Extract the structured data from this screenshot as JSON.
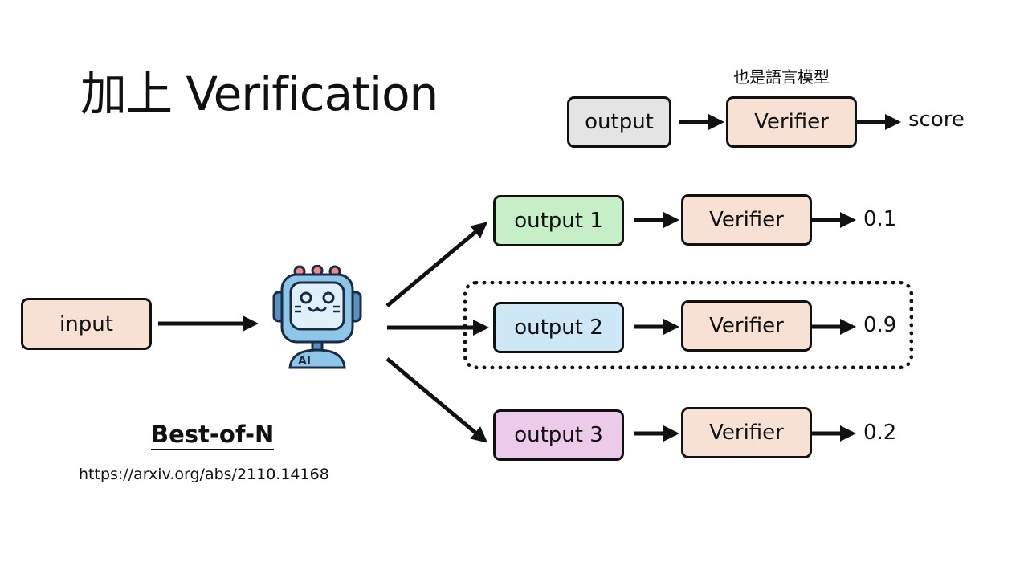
{
  "title": "加上 Verification",
  "verifier_note": "也是語言模型",
  "legend_flow": {
    "output_label": "output",
    "verifier_label": "Verifier",
    "score_label": "score"
  },
  "input_label": "input",
  "model_badge": "AI",
  "outputs": [
    {
      "label": "output 1",
      "verifier": "Verifier",
      "score": "0.1",
      "color": "#c6efc7"
    },
    {
      "label": "output 2",
      "verifier": "Verifier",
      "score": "0.9",
      "color": "#cde7f7"
    },
    {
      "label": "output 3",
      "verifier": "Verifier",
      "score": "0.2",
      "color": "#eccbea"
    }
  ],
  "colors": {
    "input_bg": "#f7e0d4",
    "verifier_bg": "#f7e0d4",
    "output_grey": "#e4e4e4",
    "robot_blue": "#8ec6e8"
  },
  "method_name": "Best-of-N",
  "reference_url": "https://arxiv.org/abs/2110.14168"
}
